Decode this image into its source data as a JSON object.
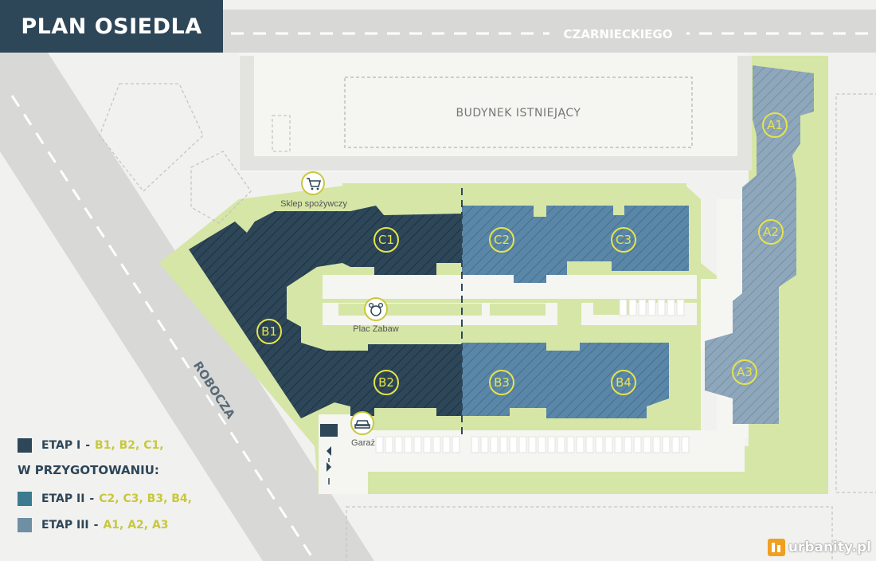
{
  "title": "PLAN OSIEDLA",
  "streets": {
    "north": "CZARNIECKIEGO",
    "west": "ROBOCZA"
  },
  "existing_building": "BUDYNEK ISTNIEJĄCY",
  "amenities": {
    "shop": "Sklep spożywczy",
    "playground": "Plac Zabaw",
    "garage": "Garaż"
  },
  "buildings": {
    "A1": "A1",
    "A2": "A2",
    "A3": "A3",
    "B1": "B1",
    "B2": "B2",
    "B3": "B3",
    "B4": "B4",
    "C1": "C1",
    "C2": "C2",
    "C3": "C3"
  },
  "legend": {
    "stage1": {
      "name": "ETAP I",
      "items": "B1, B2, C1,",
      "color": "#2d4658"
    },
    "heading": "W PRZYGOTOWANIU:",
    "stage2": {
      "name": "ETAP II",
      "items": "C2, C3, B3, B4,",
      "color": "#3c7a8f"
    },
    "stage3": {
      "name": "ETAP III",
      "items": "A1, A2, A3",
      "color": "#6f8fa3"
    }
  },
  "colors": {
    "stage1": "#2d4658",
    "stage2": "#5a86a8",
    "stage3": "#8aa3b8",
    "green": "#d6e6a6",
    "road": "#d8d8d6",
    "label_yellow": "#e6e44a"
  },
  "watermark": "urbanity.pl"
}
